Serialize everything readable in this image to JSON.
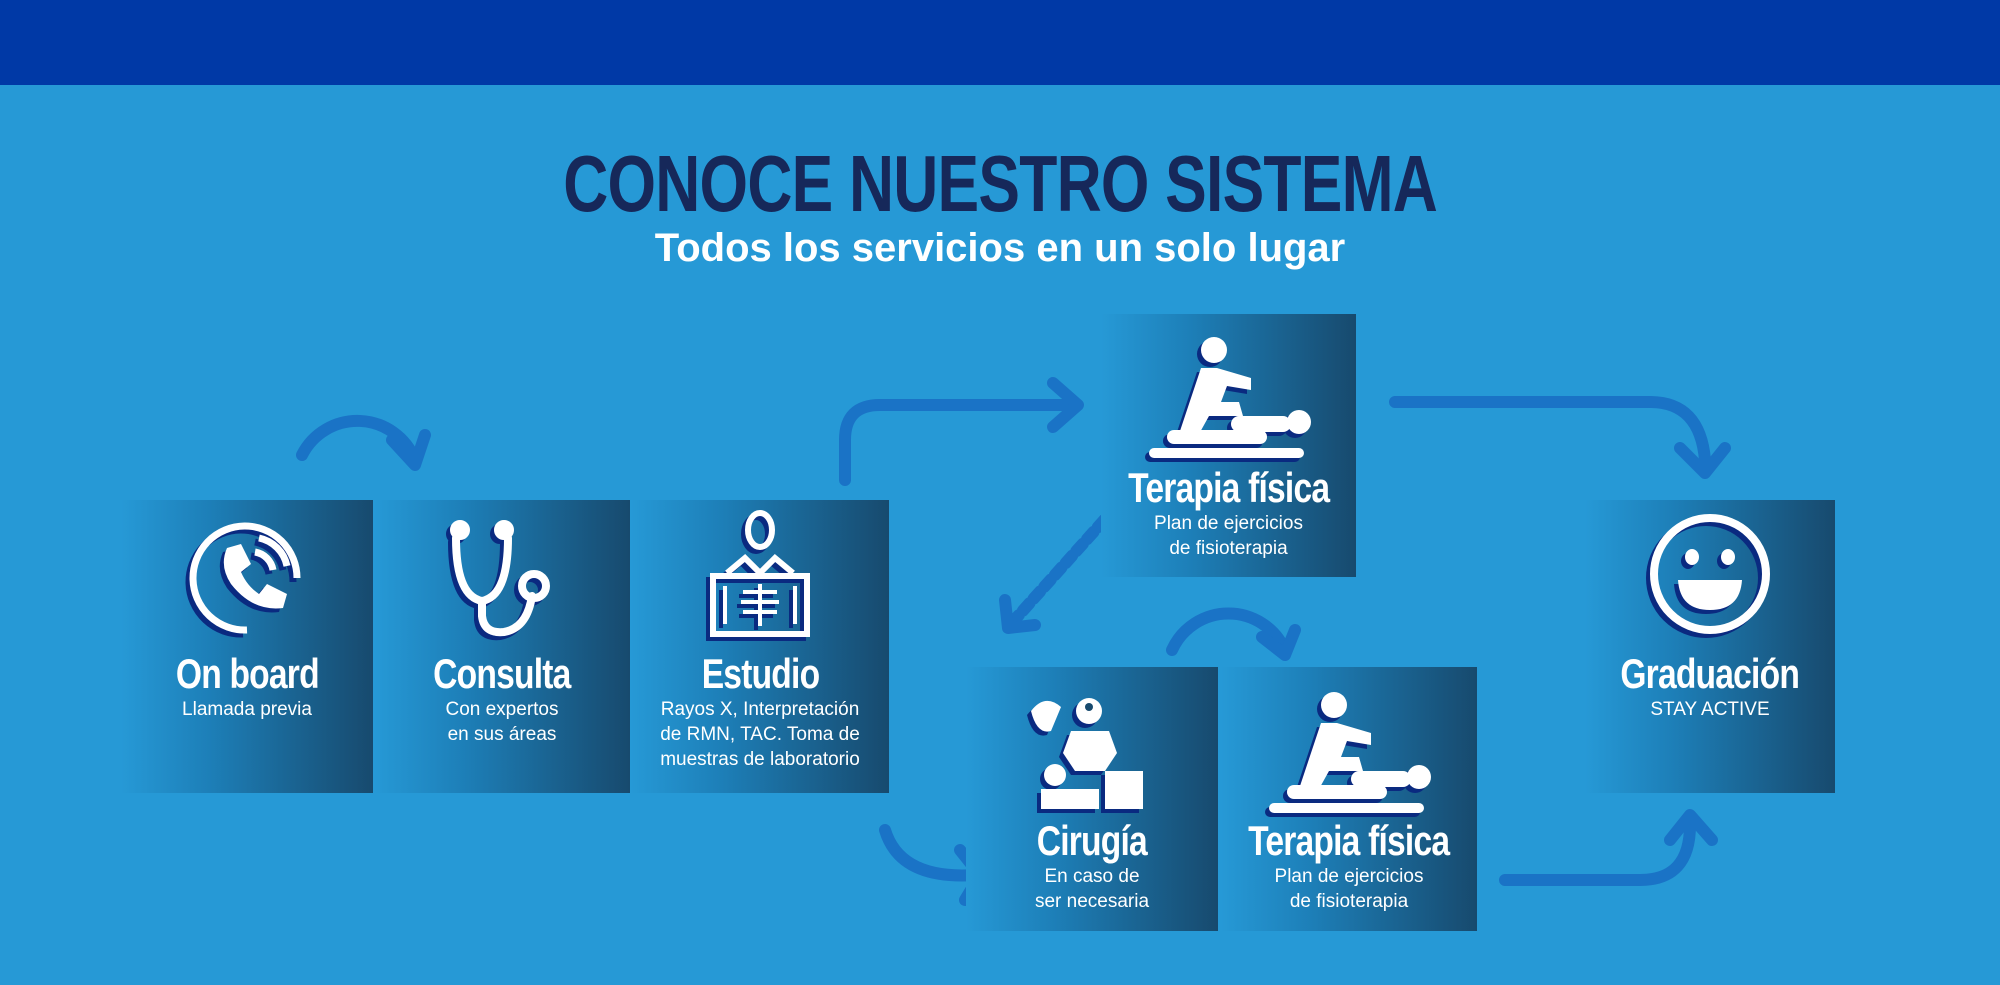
{
  "header": {
    "title": "CONOCE NUESTRO SISTEMA",
    "subtitle": "Todos los servicios en un solo lugar"
  },
  "steps": [
    {
      "title": "On board",
      "desc": "Llamada previa",
      "icon": "phone-icon"
    },
    {
      "title": "Consulta",
      "desc": "Con expertos\nen sus áreas",
      "icon": "stethoscope-icon"
    },
    {
      "title": "Estudio",
      "desc": "Rayos X, Interpretación\nde RMN, TAC. Toma de\nmuestras de laboratorio",
      "icon": "xray-icon"
    },
    {
      "title": "Terapia física",
      "desc": "Plan de ejercicios\nde fisioterapia",
      "icon": "physiotherapy-icon"
    },
    {
      "title": "Cirugía",
      "desc": "En caso de\nser necesaria",
      "icon": "surgery-icon"
    },
    {
      "title": "Terapia física",
      "desc": "Plan de ejercicios\nde fisioterapia",
      "icon": "physiotherapy-icon"
    },
    {
      "title": "Graduación",
      "desc": "STAY ACTIVE",
      "icon": "smiley-icon"
    }
  ],
  "colors": {
    "background": "#2699d6",
    "topbar": "#0039a6",
    "title": "#16285a",
    "arrow": "#1a73c6",
    "card_dark": "#174a6e"
  }
}
